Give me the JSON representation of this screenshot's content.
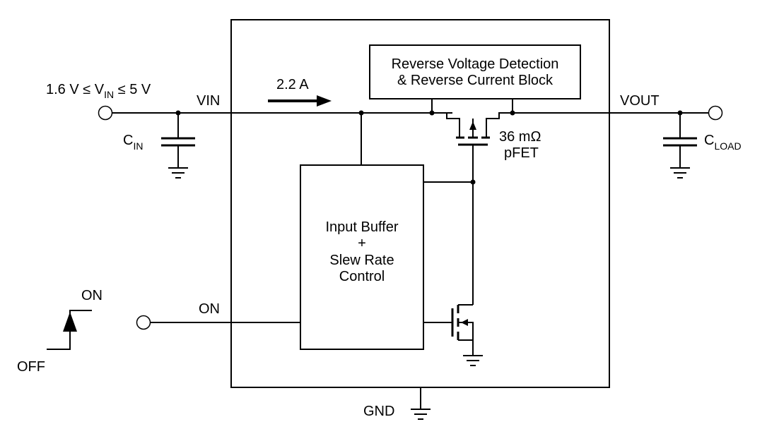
{
  "labels": {
    "vin_range": {
      "main": "1.6 V ≤ V",
      "sub": "IN",
      "tail": " ≤ 5 V"
    },
    "vin": "VIN",
    "current": "2.2 A",
    "cin": {
      "main": "C",
      "sub": "IN"
    },
    "rvd_line1": "Reverse Voltage Detection",
    "rvd_line2": "& Reverse Current Block",
    "rds": "36 mΩ",
    "fet_type": "pFET",
    "vout": "VOUT",
    "cload": {
      "main": "C",
      "sub": "LOAD"
    },
    "buffer_line1": "Input Buffer",
    "buffer_line2": "+",
    "buffer_line3": "Slew Rate",
    "buffer_line4": "Control",
    "on_pin": "ON",
    "toggle_on": "ON",
    "toggle_off": "OFF",
    "gnd": "GND"
  }
}
